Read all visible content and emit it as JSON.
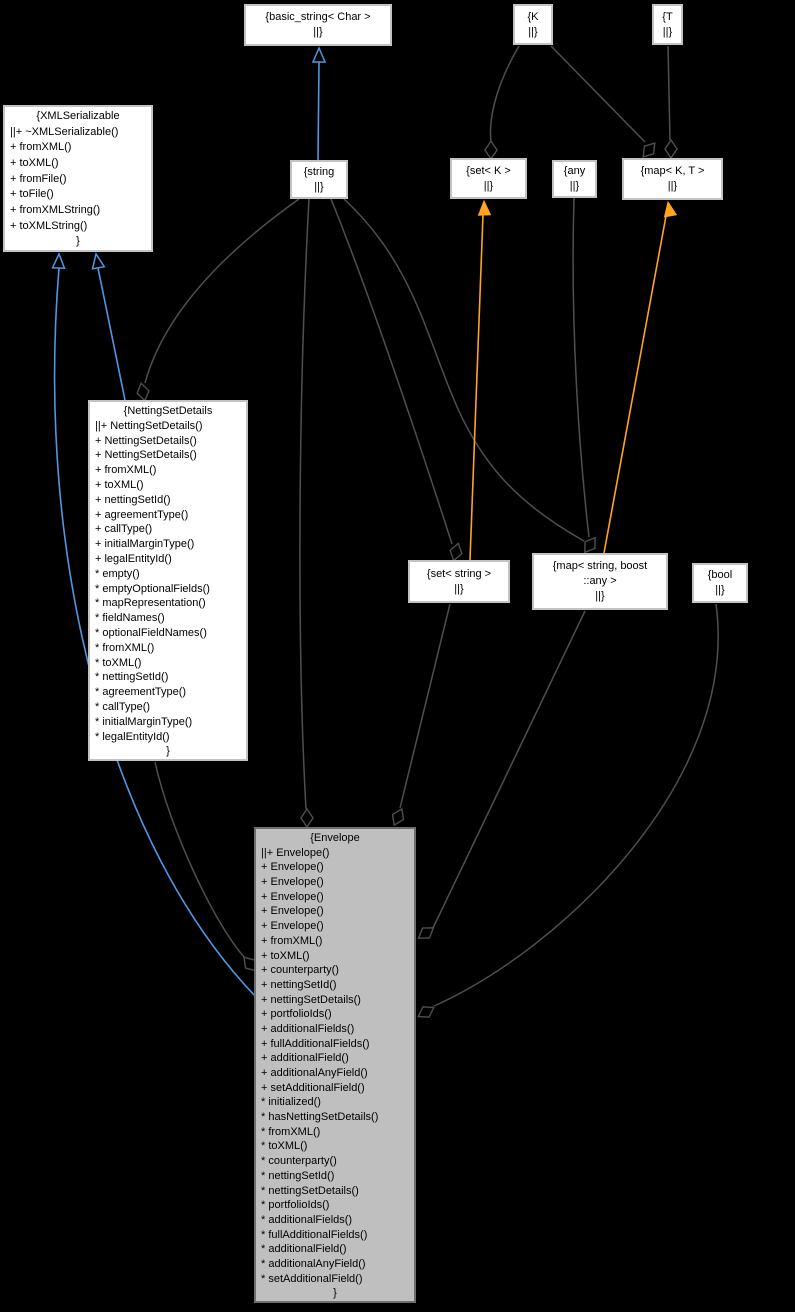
{
  "diagram": {
    "kind": "uml-collaboration-graph",
    "central_class": "Envelope",
    "colors": {
      "background": "#000000",
      "node_fill": "#ffffff",
      "node_border": "#c3c3c3",
      "highlight_fill": "#bfbfbf",
      "highlight_border": "#6e6e6e",
      "edge_grey": "#4f4f4f",
      "edge_blue": "#4f97e3",
      "edge_orange": "#ffa41c"
    },
    "nodes": [
      {
        "id": "basic_string",
        "lines": [
          "{basic_string< Char >",
          "||}"
        ]
      },
      {
        "id": "k",
        "lines": [
          "{K",
          "||}"
        ]
      },
      {
        "id": "t",
        "lines": [
          "{T",
          "||}"
        ]
      },
      {
        "id": "string",
        "lines": [
          "{string",
          "||}"
        ]
      },
      {
        "id": "set_k",
        "lines": [
          "{set< K >",
          "||}"
        ]
      },
      {
        "id": "any",
        "lines": [
          "{any",
          "||}"
        ]
      },
      {
        "id": "map_kt",
        "lines": [
          "{map< K, T >",
          "||}"
        ]
      },
      {
        "id": "xmlserializable",
        "title": "{XMLSerializable",
        "members": [
          "||+ ~XMLSerializable()",
          "+ fromXML()",
          "+ toXML()",
          "+ fromFile()",
          "+ toFile()",
          "+ fromXMLString()",
          "+ toXMLString()"
        ],
        "footer": "}"
      },
      {
        "id": "nettingsetdetails",
        "title": "{NettingSetDetails",
        "members": [
          "||+ NettingSetDetails()",
          "+ NettingSetDetails()",
          "+ NettingSetDetails()",
          "+ fromXML()",
          "+ toXML()",
          "+ nettingSetId()",
          "+ agreementType()",
          "+ callType()",
          "+ initialMarginType()",
          "+ legalEntityId()",
          "* empty()",
          "* emptyOptionalFields()",
          "* mapRepresentation()",
          "* fieldNames()",
          "* optionalFieldNames()",
          "* fromXML()",
          "* toXML()",
          "* nettingSetId()",
          "* agreementType()",
          "* callType()",
          "* initialMarginType()",
          "* legalEntityId()"
        ],
        "footer": "}"
      },
      {
        "id": "set_string",
        "lines": [
          "{set< string >",
          "||}"
        ]
      },
      {
        "id": "map_string_any",
        "lines": [
          "{map< string, boost",
          "::any >",
          "||}"
        ]
      },
      {
        "id": "bool",
        "lines": [
          "{bool",
          "||}"
        ]
      },
      {
        "id": "envelope",
        "title": "{Envelope",
        "highlight": true,
        "members": [
          "||+ Envelope()",
          "+ Envelope()",
          "+ Envelope()",
          "+ Envelope()",
          "+ Envelope()",
          "+ Envelope()",
          "+ fromXML()",
          "+ toXML()",
          "+ counterparty()",
          "+ nettingSetId()",
          "+ nettingSetDetails()",
          "+ portfolioIds()",
          "+ additionalFields()",
          "+ fullAdditionalFields()",
          "+ additionalField()",
          "+ additionalAnyField()",
          "+ setAdditionalField()",
          "* initialized()",
          "* hasNettingSetDetails()",
          "* fromXML()",
          "* toXML()",
          "* counterparty()",
          "* nettingSetId()",
          "* nettingSetDetails()",
          "* portfolioIds()",
          "* additionalFields()",
          "* fullAdditionalFields()",
          "* additionalField()",
          "* additionalAnyField()",
          "* setAdditionalField()"
        ],
        "footer": "}"
      }
    ],
    "edges": [
      {
        "from": "string",
        "to": "basic_string",
        "relation": "inheritance"
      },
      {
        "from": "nettingsetdetails",
        "to": "xmlserializable",
        "relation": "inheritance"
      },
      {
        "from": "envelope",
        "to": "xmlserializable",
        "relation": "inheritance"
      },
      {
        "from": "string",
        "to": "nettingsetdetails",
        "relation": "aggregation"
      },
      {
        "from": "string",
        "to": "envelope",
        "relation": "aggregation"
      },
      {
        "from": "string",
        "to": "set_string",
        "relation": "aggregation"
      },
      {
        "from": "string",
        "to": "map_string_any",
        "relation": "aggregation"
      },
      {
        "from": "any",
        "to": "map_string_any",
        "relation": "aggregation"
      },
      {
        "from": "k",
        "to": "set_k",
        "relation": "aggregation"
      },
      {
        "from": "k",
        "to": "map_kt",
        "relation": "aggregation"
      },
      {
        "from": "t",
        "to": "map_kt",
        "relation": "aggregation"
      },
      {
        "from": "set_string",
        "to": "envelope",
        "relation": "aggregation"
      },
      {
        "from": "map_string_any",
        "to": "envelope",
        "relation": "aggregation"
      },
      {
        "from": "bool",
        "to": "envelope",
        "relation": "aggregation"
      },
      {
        "from": "nettingsetdetails",
        "to": "envelope",
        "relation": "aggregation"
      },
      {
        "from": "set_string",
        "to": "set_k",
        "relation": "template-instance"
      },
      {
        "from": "map_string_any",
        "to": "map_kt",
        "relation": "template-instance"
      }
    ]
  }
}
